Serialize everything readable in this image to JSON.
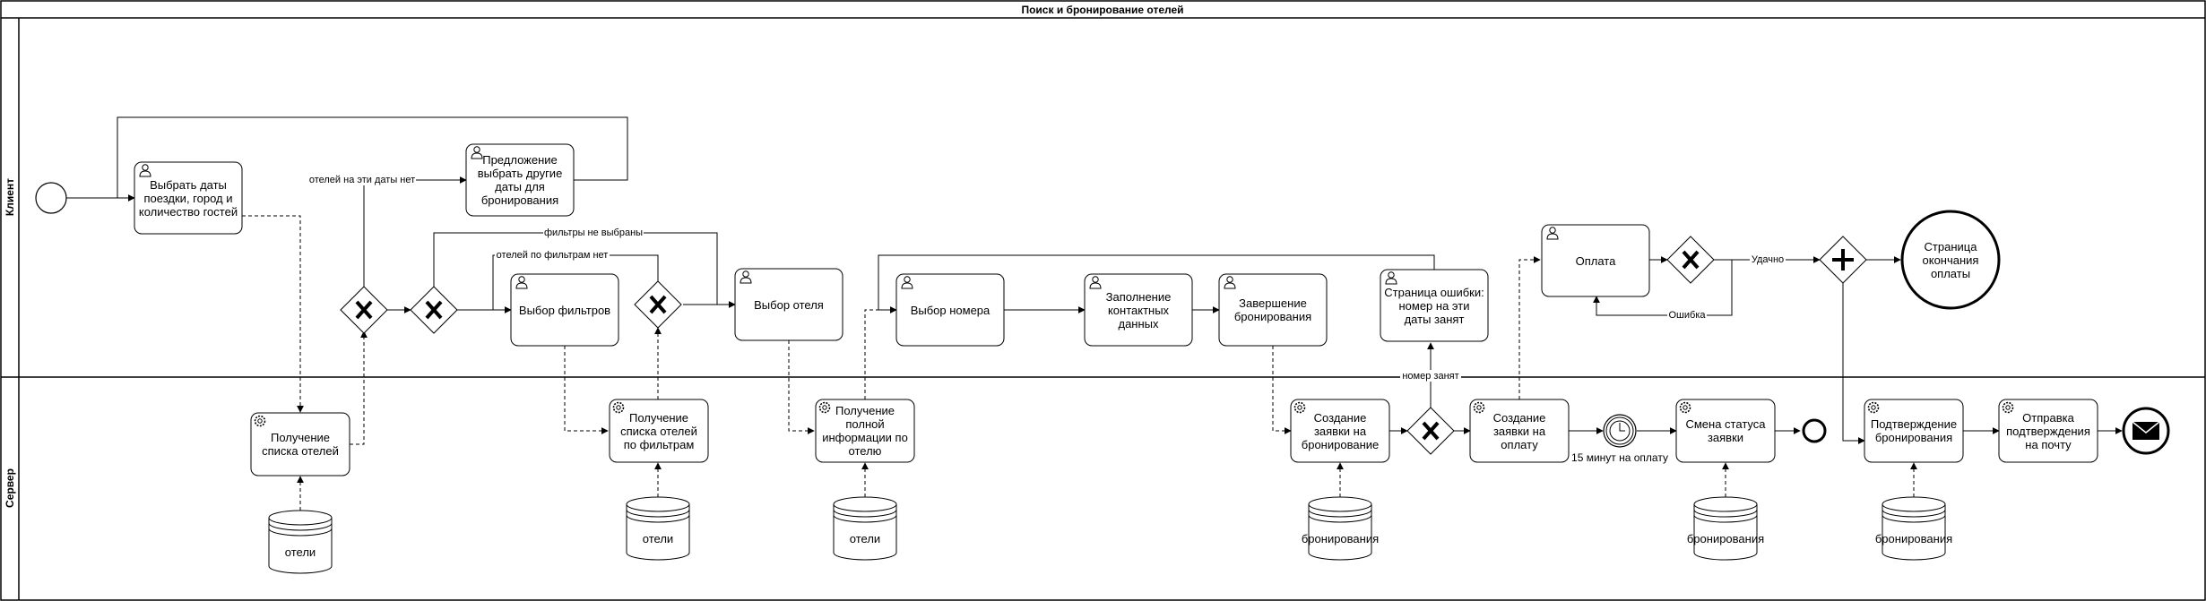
{
  "title": "Поиск и бронирование отелей",
  "lanes": {
    "client": "Клиент",
    "server": "Сервер"
  },
  "tasks": {
    "select_dates": "Выбрать даты поездки, город и количество гостей",
    "offer_other_dates": "Предложение выбрать другие даты для бронирования",
    "choose_filters": "Выбор фильтров",
    "choose_hotel": "Выбор отеля",
    "choose_room": "Выбор номера",
    "fill_contacts": "Заполнение контактных данных",
    "finish_booking": "Завершение бронирования",
    "error_page": "Страница ошибки: номер на эти даты занят",
    "payment": "Оплата",
    "get_hotels": "Получение списка отелей",
    "get_hotels_filtered": "Получение списка отелей по фильтрам",
    "get_hotel_info": "Получение полной информации по отелю",
    "create_booking": "Создание заявки на бронирование",
    "create_payment": "Создание заявки на оплату",
    "change_status": "Смена статуса заявки",
    "confirm_booking": "Подтверждение бронирования",
    "send_confirmation": "Отправка подтверждения на почту"
  },
  "end_event": "Страница окончания оплаты",
  "data_stores": {
    "hotels_1": "отели",
    "hotels_2": "отели",
    "hotels_3": "отели",
    "bookings_1": "бронирования",
    "bookings_2": "бронирования",
    "bookings_3": "бронирования"
  },
  "edge_labels": {
    "no_hotels": "отелей на эти даты нет",
    "filters_not_selected": "фильтры не выбраны",
    "no_hotels_by_filter": "отелей по фильтрам нет",
    "room_taken": "номер занят",
    "success": "Удачно",
    "error": "Ошибка"
  },
  "timer_label": "15 минут на оплату"
}
